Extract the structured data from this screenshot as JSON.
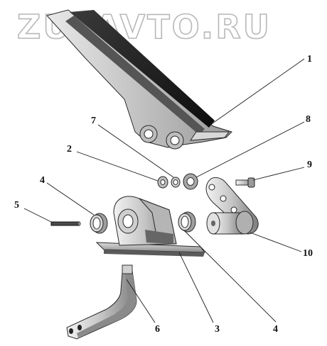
{
  "watermark": "ZUPAVTO.RU",
  "callouts": [
    "1",
    "2",
    "3",
    "4",
    "4",
    "5",
    "6",
    "7",
    "8",
    "9",
    "10"
  ]
}
